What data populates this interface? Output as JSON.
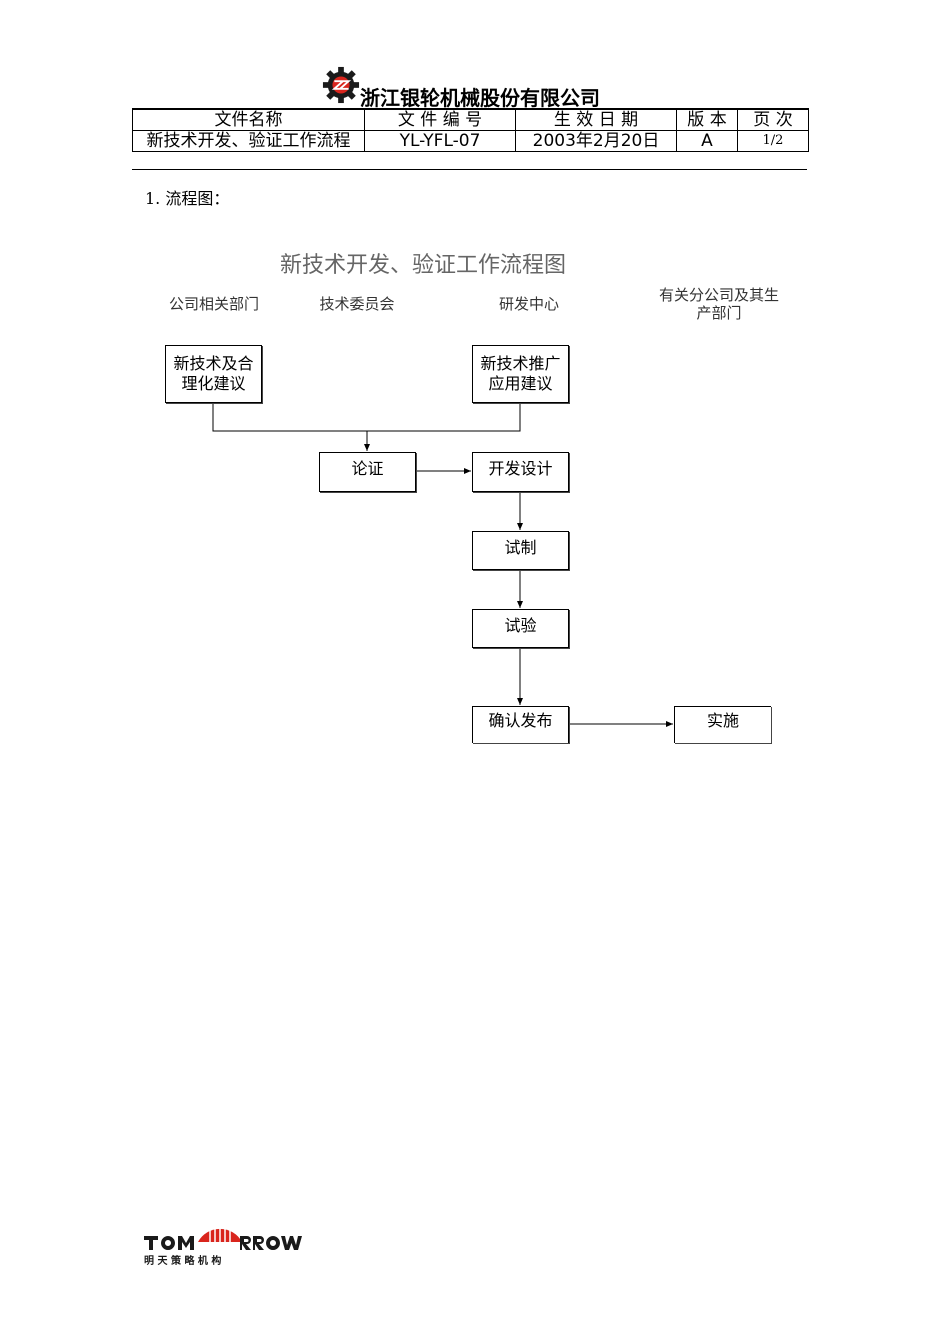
{
  "header": {
    "company_name": "浙江银轮机械股份有限公司"
  },
  "doc_table": {
    "headers": [
      "文件名称",
      "文 件 编 号",
      "生 效 日 期",
      "版 本",
      "页 次"
    ],
    "values": [
      "新技术开发、验证工作流程",
      "YL-YFL-07",
      "2003年2月20日",
      "A",
      "1/2"
    ]
  },
  "section": {
    "heading": "1.  流程图："
  },
  "flowchart": {
    "title": "新技术开发、验证工作流程图",
    "lanes": [
      "公司相关部门",
      "技术委员会",
      "研发中心",
      "有关分公司及其生产部门"
    ],
    "boxes": {
      "new_tech": "新技术及合理化建议",
      "promotion": "新技术推广应用建议",
      "argue": "论证",
      "design": "开发设计",
      "trial": "试制",
      "test": "试验",
      "release": "确认发布",
      "implement": "实施"
    }
  },
  "footer": {
    "logo_text": "TOMORROW",
    "logo_subtext": "明 天 策 略 机 构"
  },
  "colors": {
    "logo_red": "#d9251d",
    "title_gray": "#666666"
  }
}
